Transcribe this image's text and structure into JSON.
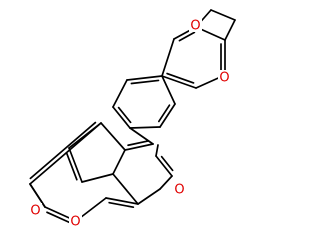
{
  "molecule": {
    "atoms": [
      {
        "id": "o_lactone_carbonyl",
        "symbol": "O",
        "color": "#e00000"
      },
      {
        "id": "o_lactone_ring",
        "symbol": "O",
        "color": "#e00000"
      },
      {
        "id": "o_furan",
        "symbol": "O",
        "color": "#e00000"
      },
      {
        "id": "o_dioxole_upper",
        "symbol": "O",
        "color": "#e00000"
      },
      {
        "id": "o_dioxole_lower",
        "symbol": "O",
        "color": "#e00000"
      }
    ],
    "bond_color": "#000000"
  }
}
